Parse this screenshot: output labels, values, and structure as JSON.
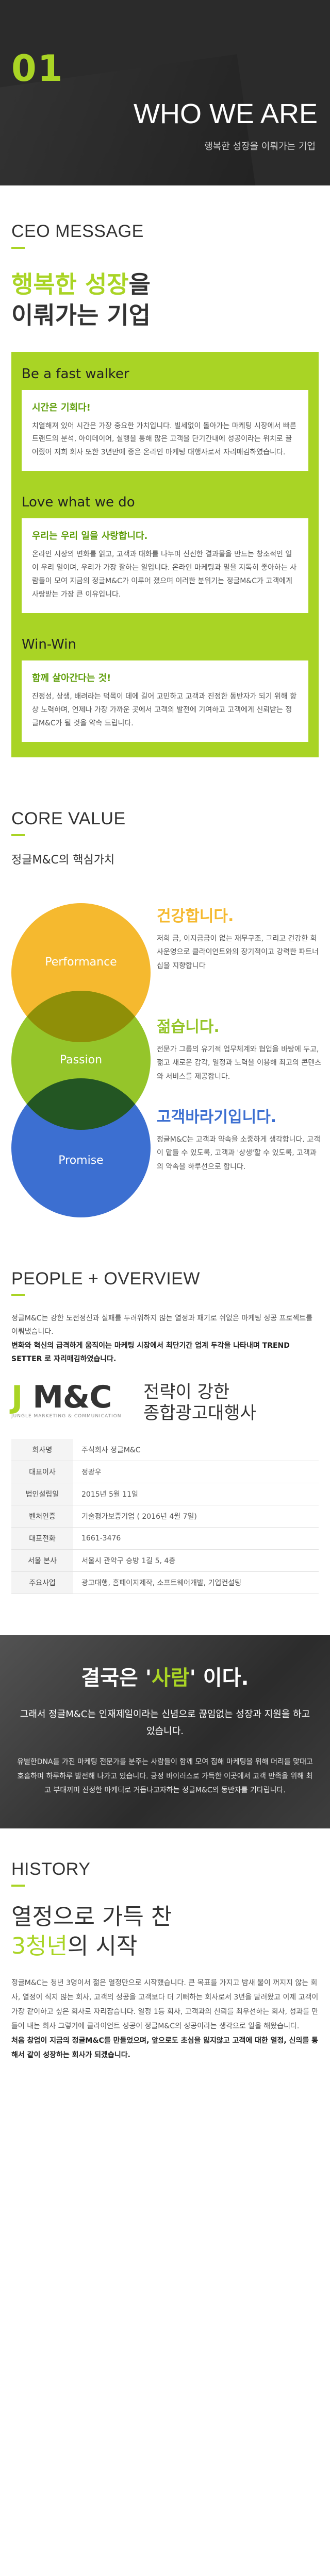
{
  "hero": {
    "num": "01",
    "title": "WHO WE ARE",
    "subtitle": "행복한 성장을 이뤄가는 기업"
  },
  "ceo": {
    "title": "CEO MESSAGE",
    "slogan_line1_accent": "행복한 성장",
    "slogan_line1_rest": "을",
    "slogan_line2": "이뤄가는 기업",
    "items": [
      {
        "head": "Be a fast walker",
        "card_title": "시간은 기회다!",
        "card_body": "치열해져 있어 시간은 가장 중요한 가치입니다. 빌세없이 돌아가는 마케팅 시장에서 빠른 트랜드의 분석, 아이데이어, 실행을 통해 많은 고객을 단기간내에 성공이라는 위치로 끌어줬어 저희 회사 또한 3년만에 종은 온라인 마케팅 대행사로서 자리매김하였습니다."
      },
      {
        "head": "Love what we do",
        "card_title": "우리는 우리 일을 사랑합니다.",
        "card_body": "온라인 시장의 변화를 읽고, 고객과 대화를 나누며 신선한 결과물을 만드는 창조적인 일이 우리 일이며, 우리가 가장 잘하는 일입니다. 온라인 마케팅과 밀을 지독히 좋아하는 사람들이 모여 지금의 정글M&C가 이루어 졌으며 이러한 분위기는 정글M&C가 고객에게 사랑받는 가장 큰 이유입니다."
      },
      {
        "head": "Win-Win",
        "card_title": "함께 살아간다는 것!",
        "card_body": "진정성, 상생, 배려라는 덕목이 데에 길어 고민하고 고객과 진정한 동반자가 되기 위해 항상 노력하며, 언제나 가장 가까운 곳에서 고객의 발전에 기여하고 고객에게 신뢰받는 정글M&C가 될 것을 약속 드립니다."
      }
    ]
  },
  "core": {
    "title": "CORE VALUE",
    "subtitle": "정글M&C의 핵심가치",
    "circles": [
      "Performance",
      "Passion",
      "Promise"
    ],
    "values": [
      {
        "head": "건강합니다.",
        "body": "저희 금, 이지금금이 없는 재무구조, 그리고 건강한 회사운영으로 클라이언트와의 장기적이고 강력한 파트너십을 지향합니다"
      },
      {
        "head": "젊습니다.",
        "body": "전문가 그룹의 유기적 업무체계와 협업을 바탕에 두고, 젊고 새로운 감각, 열정과 노력을 이용해 최고의 콘텐츠와 서비스를 제공합니다."
      },
      {
        "head": "고객바라기입니다.",
        "body": "정글M&C는 고객과 약속을 소중하게 생각합니다. 고객이 맡들 수 있도록, 고객과 '상생'할 수 있도록, 고객과의 약속을 하루선으로 합니다."
      }
    ]
  },
  "people": {
    "title": "PEOPLE + OVERVIEW",
    "intro_1": "정글M&C는 강한 도전정신과 실패를 두려워하지 않는 열정과 패기로 쉬없은 마케팅 성공 프로젝트를 이뤄냈습니다.",
    "intro_2": "변화와 혁신의 급격하게 움직이는 마케팅 시장에서 최단기간 업계 두각을 나타내며 TREND SETTER 로 자리매김하였습니다.",
    "logo_j": "J",
    "logo_mc": "M&C",
    "logo_tag": "JUNGLE MARKETING & COMMUNICATION",
    "logo_slogan_1": "전략이 강한",
    "logo_slogan_2": "종합광고대행사",
    "rows": [
      {
        "k": "회사명",
        "v": "주식회사 정글M&C"
      },
      {
        "k": "대표이사",
        "v": "정광우"
      },
      {
        "k": "법인설립일",
        "v": "2015년 5월 11일"
      },
      {
        "k": "벤처인증",
        "v": "기술평가보증기업 ( 2016년 4월 7일)"
      },
      {
        "k": "대표전화",
        "v": "1661-3476"
      },
      {
        "k": "서울 본사",
        "v": "서울시 관악구 승방 1길 5, 4층"
      },
      {
        "k": "주요사업",
        "v": "광고대행, 홈페이지제작, 소프트웨어개발, 기업컨설팅"
      }
    ]
  },
  "banner": {
    "h_pre": "결국은 '",
    "h_accent": "사람",
    "h_post": "' 이다.",
    "line1": "그래서 정글M&C는 인재제일이라는 신념으로 끊임없는 성장과 지원을 하고 있습니다.",
    "line2": "유별한DNA를 가진 마케팅 전문가를 분주는 사람들이 함께 모여 집해 마케팅을 위해 머리를 맞대고 호흡하며 하루하루 발전해 나가고 있습니다. 긍정 바이러스로 가득한 이곳에서 고객 만족을 위해 최고 부대끼며 진정한 마케터로 거듭나고자하는 정글M&C의 동반자를 기다립니다."
  },
  "history": {
    "title": "HISTORY",
    "slogan_1": "열정으로 가득 찬",
    "slogan_2_accent": "3청년",
    "slogan_2_rest": "의 시작",
    "text": "정글M&C는 청년 3명이서 젊은 열정만으로 시작했습니다. 큰 목표를 가지고 밤새 불이 꺼지지 않는 회사, 열정이 식지 않는 회사, 고객의 성공을 고객보다 더 기뻐하는 회사로서 3년을 달려왔고 이제 고객이 가장 같이하고 싶은 회사로 자리잡습니다. 열정 1등 회사, 고객과의 신뢰를 최우선하는 회사, 성과를 만들어 내는 회사 그렇기에 클라이언트 성공이 정글M&C의 성공이라는 생각으로 일을 해왔습니다.",
    "text_strong": "처음 창업이 지금의 정글M&C를 만들었으며, 앞으로도 초심을 잃지않고 고객에 대한 열정, 신의를 통해서 같이 성장하는 회사가 되겠습니다."
  }
}
